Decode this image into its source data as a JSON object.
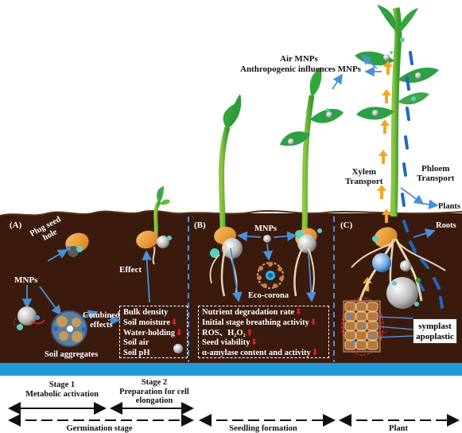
{
  "panels": [
    {
      "id": "A",
      "label": "(A)"
    },
    {
      "id": "B",
      "label": "(B)"
    },
    {
      "id": "C",
      "label": "(C)"
    }
  ],
  "panel_a": {
    "plug_seed_hole": "Plug seed\nhole",
    "mnps": "MNPs",
    "combined_effects": "Combined\neffects",
    "soil_aggregates": "Soil aggregates",
    "effect": "Effect",
    "effects_list": [
      {
        "text": "Bulk density",
        "arrow": ""
      },
      {
        "text": "Soil moisture",
        "arrow": "⬇"
      },
      {
        "text": "Water-holding",
        "arrow": "⬇"
      },
      {
        "text": "Soil air",
        "arrow": ""
      },
      {
        "text": "Soil pH",
        "arrow": ""
      }
    ]
  },
  "panel_b": {
    "mnps": "MNPs",
    "eco_corona": "Eco-corona",
    "effects_list": [
      {
        "text": "Nutrient degradation rate",
        "arrow": "⬇"
      },
      {
        "text": "Initial stage breathing activity",
        "arrow": "⬇"
      },
      {
        "text": "ROS、H₂O₂",
        "arrow": "⬆"
      },
      {
        "text": "Seed viability",
        "arrow": "⬇"
      },
      {
        "text": "α-amylase content and activity",
        "arrow": "⬇"
      }
    ]
  },
  "panel_c": {
    "air_mnps": "Air MNPs",
    "anthropogenic": "Anthropogenic influences MNPs",
    "xylem": "Xylem\nTransport",
    "phloem": "Phloem\nTransport",
    "plants": "Plants",
    "roots": "Roots",
    "symplast": "symplast\napoplastic"
  },
  "stages": {
    "stage1": "Stage 1\nMetabolic activation",
    "stage2": "Stage 2\nPreparation for cell\nelongation",
    "germination": "Germination stage",
    "seedling": "Seedling formation",
    "plant": "Plant"
  },
  "colors": {
    "soil": "#3b1a0e",
    "water": "#1f9ad6",
    "stem": "#2f9e3a",
    "leaf": "#2ea043",
    "seed": "#e8932c",
    "arrow_blue": "#4a90d9",
    "xylem_arrow": "#f5a623",
    "phloem_arrow": "#2166c4"
  }
}
